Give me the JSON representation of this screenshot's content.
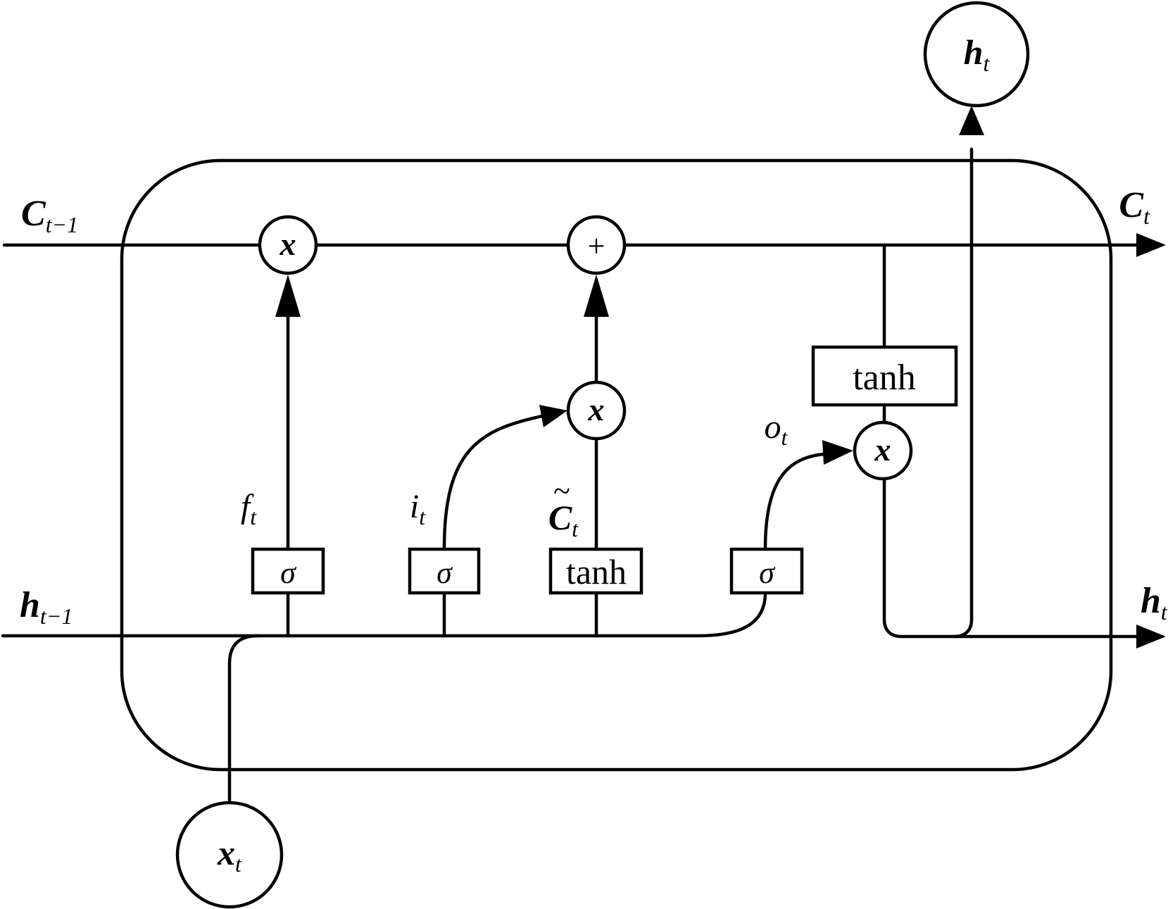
{
  "input": {
    "cell_prev": {
      "base": "C",
      "sub": "t−1"
    },
    "hidden_prev": {
      "base": "h",
      "sub": "t−1"
    },
    "x": {
      "base": "x",
      "sub": "t"
    }
  },
  "output": {
    "cell": {
      "base": "C",
      "sub": "t"
    },
    "hidden_right": {
      "base": "h",
      "sub": "t"
    },
    "hidden_top": {
      "base": "h",
      "sub": "t"
    }
  },
  "gates": {
    "forget": {
      "activation": "σ",
      "label_base": "f",
      "label_sub": "t"
    },
    "input": {
      "activation": "σ",
      "label_base": "i",
      "label_sub": "t"
    },
    "candidate": {
      "activation": "tanh",
      "tilde": "~",
      "label_base": "C",
      "label_sub": "t"
    },
    "output": {
      "activation": "σ",
      "label_base": "o",
      "label_sub": "t"
    }
  },
  "cell_tanh": "tanh",
  "operators": {
    "forget_mul": "x",
    "cell_add": "+",
    "input_mul": "x",
    "output_mul": "x"
  }
}
